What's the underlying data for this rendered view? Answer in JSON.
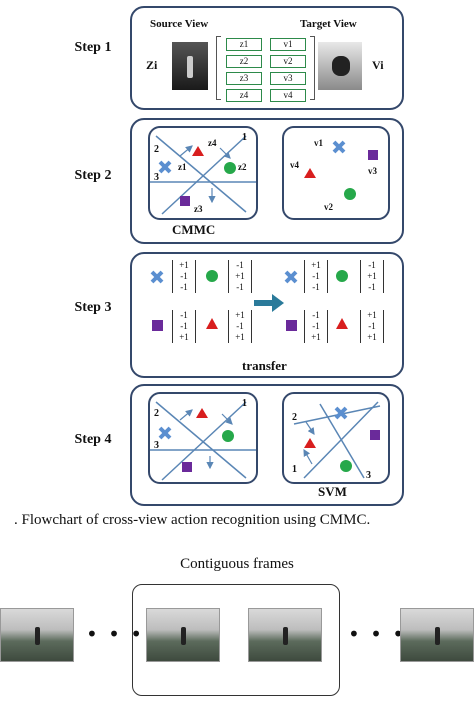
{
  "steps": [
    "Step 1",
    "Step 2",
    "Step 3",
    "Step 4"
  ],
  "step1": {
    "source_view": "Source View",
    "target_view": "Target View",
    "zi": "Zi",
    "vi": "Vi",
    "z_labels": [
      "z1",
      "z2",
      "z3",
      "z4"
    ],
    "v_labels": [
      "v1",
      "v2",
      "v3",
      "v4"
    ]
  },
  "step2": {
    "left_labels": {
      "l1": "1",
      "l2": "2",
      "l3": "3",
      "z1": "z1",
      "z2": "z2",
      "z3": "z3",
      "z4": "z4"
    },
    "right_labels": {
      "v1": "v1",
      "v2": "v2",
      "v3": "v3",
      "v4": "v4"
    },
    "caption": "CMMC"
  },
  "step3": {
    "matrices": {
      "m1": [
        "+1",
        "-1",
        "-1"
      ],
      "m2": [
        "-1",
        "+1",
        "-1"
      ],
      "m3": [
        "-1",
        "-1",
        "+1"
      ],
      "m4": [
        "+1",
        "-1",
        "+1"
      ],
      "m5": [
        "+1",
        "-1",
        "-1"
      ],
      "m6": [
        "-1",
        "+1",
        "-1"
      ],
      "m7": [
        "-1",
        "-1",
        "+1"
      ],
      "m8": [
        "+1",
        "-1",
        "+1"
      ]
    },
    "caption": "transfer"
  },
  "step4": {
    "left_labels": {
      "l1": "1",
      "l2": "2",
      "l3": "3"
    },
    "right_labels": {
      "l1": "1",
      "l2": "2",
      "l3": "3"
    },
    "caption": "SVM"
  },
  "caption": ".    Flowchart of cross-view action recognition using CMMC.",
  "contiguous_title": "Contiguous frames",
  "colors": {
    "border": "#34486b",
    "arrow": "#5a86b5",
    "red": "#d81e1e",
    "green": "#26a84a",
    "purple": "#6a2a9a",
    "blue": "#5b8fd0"
  }
}
